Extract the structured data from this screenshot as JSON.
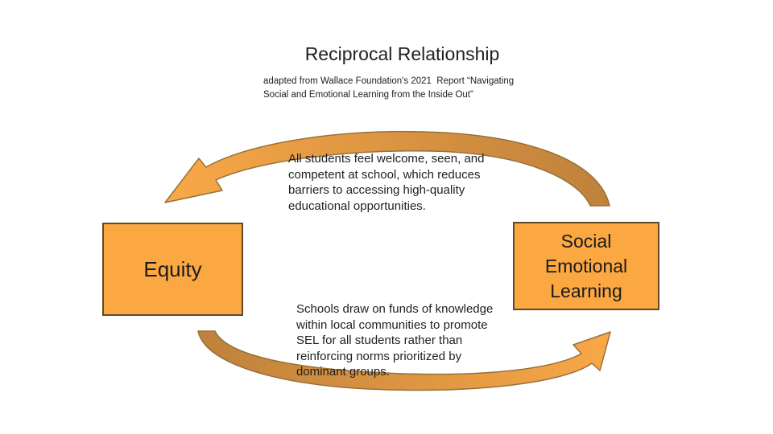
{
  "title": "Reciprocal Relationship",
  "attribution": "adapted from Wallace Foundation's 2021  Report “Navigating\nSocial and Emotional Learning from the Inside Out”",
  "nodes": {
    "equity": {
      "label": "Equity"
    },
    "sel": {
      "label": "Social Emotional Learning"
    }
  },
  "arrows": {
    "top": {
      "from": "Social Emotional Learning",
      "to": "Equity",
      "description": "All students feel welcome, seen, and\ncompetent at school, which reduces\nbarriers to accessing high-quality\neducational opportunities."
    },
    "bottom": {
      "from": "Equity",
      "to": "Social Emotional Learning",
      "description": "Schools draw on funds of knowledge\nwithin local communities to promote\nSEL for all students rather than\nreinforcing norms prioritized by\ndominant groups."
    }
  },
  "colors": {
    "node_fill": "#FBA843",
    "node_border": "#5E4A26",
    "arrow_head": "#F9A847",
    "arrow_tail": "#BE813C",
    "arrow_outline": "#97713A",
    "text": "#1B1B1B"
  }
}
